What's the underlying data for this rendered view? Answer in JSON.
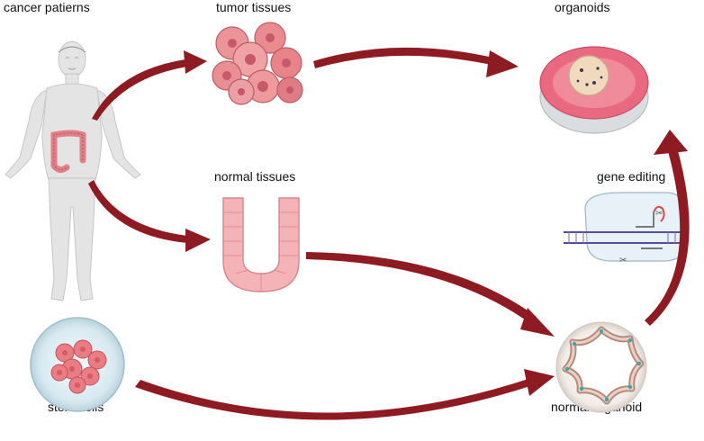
{
  "labels": {
    "cancer_patients": "cancer patierns",
    "tumor_tissues": "tumor tissues",
    "organoids": "organoids",
    "normal_tissues": "normal tissues",
    "gene_editing": "gene editing",
    "stem_cells": "stem cells",
    "normal_organoid": "normal organoid"
  },
  "colors": {
    "arrow": "#8e1b22",
    "tumor": "#e88a8d",
    "tissue": "#f2aeb2",
    "dish_pink": "#e96a80",
    "skin": "#e6e6e6",
    "intestine": "#e07f87"
  }
}
